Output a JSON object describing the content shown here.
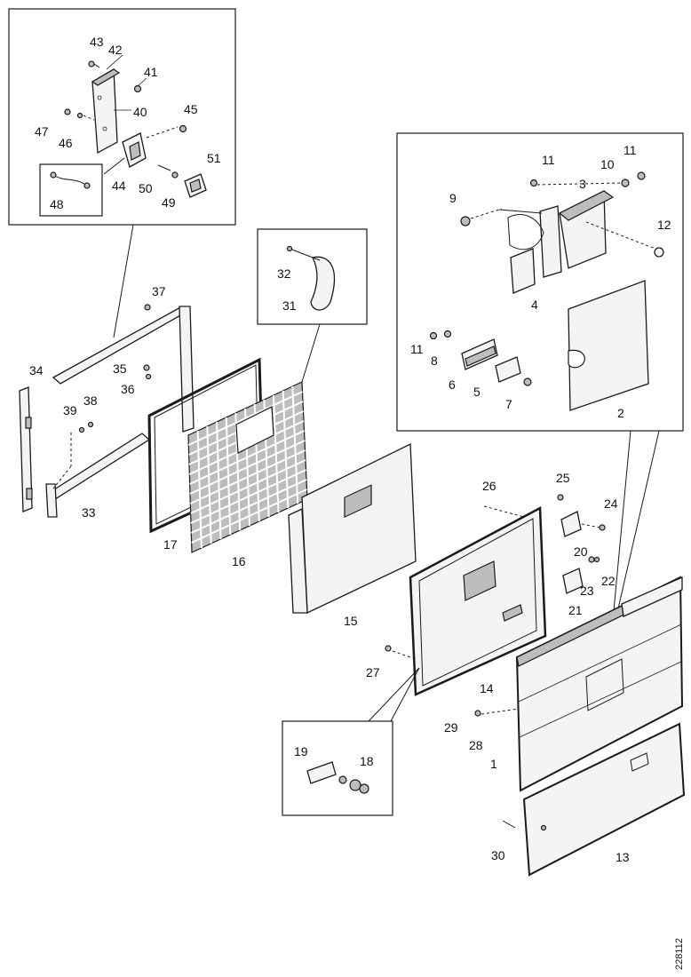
{
  "diagram": {
    "doc_id": "228112",
    "callouts": [
      "1",
      "2",
      "3",
      "4",
      "5",
      "6",
      "7",
      "8",
      "9",
      "10",
      "11",
      "11",
      "11",
      "12",
      "13",
      "14",
      "15",
      "16",
      "17",
      "18",
      "19",
      "20",
      "21",
      "22",
      "23",
      "24",
      "25",
      "26",
      "27",
      "28",
      "29",
      "30",
      "31",
      "32",
      "33",
      "34",
      "35",
      "36",
      "37",
      "38",
      "39",
      "40",
      "41",
      "42",
      "43",
      "44",
      "45",
      "46",
      "47",
      "48",
      "49",
      "50",
      "51"
    ]
  }
}
